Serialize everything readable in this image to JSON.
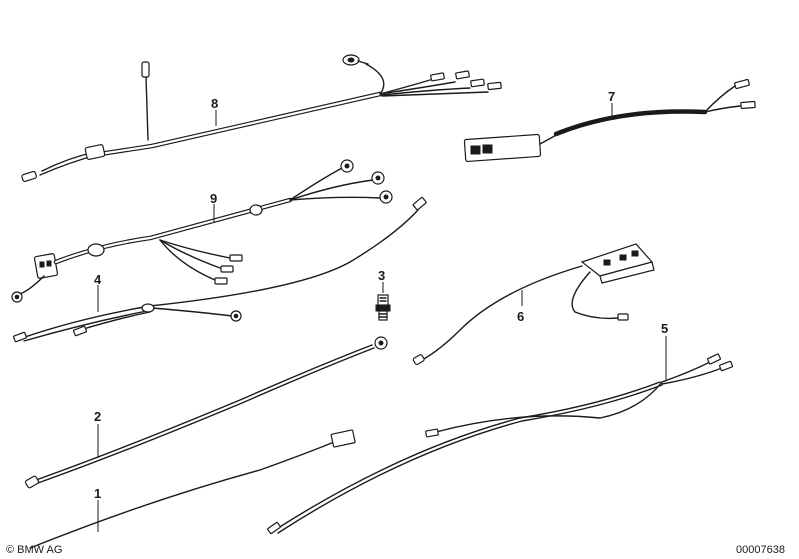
{
  "callouts": [
    {
      "id": "8",
      "label": "8"
    },
    {
      "id": "7",
      "label": "7"
    },
    {
      "id": "9",
      "label": "9"
    },
    {
      "id": "3",
      "label": "3"
    },
    {
      "id": "4",
      "label": "4"
    },
    {
      "id": "6",
      "label": "6"
    },
    {
      "id": "5",
      "label": "5"
    },
    {
      "id": "2",
      "label": "2"
    },
    {
      "id": "1",
      "label": "1"
    }
  ],
  "footer": {
    "copyright": "© BMW AG",
    "diagram_number": "00007638"
  }
}
